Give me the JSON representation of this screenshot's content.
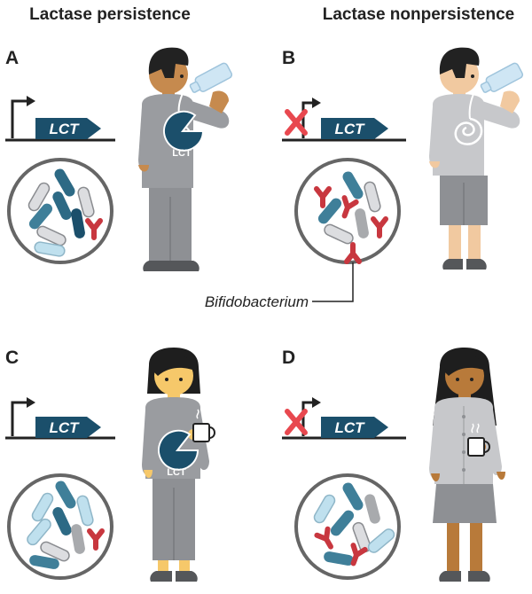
{
  "titles": {
    "left": "Lactase persistence",
    "right": "Lactase nonpersistence"
  },
  "panels": [
    {
      "letter": "A",
      "gene": "LCT",
      "belly": "LCT"
    },
    {
      "letter": "B",
      "gene": "LCT"
    },
    {
      "letter": "C",
      "gene": "LCT",
      "belly": "LCT"
    },
    {
      "letter": "D",
      "gene": "LCT"
    }
  ],
  "callout": "Bifidobacterium",
  "colors": {
    "gene_arrow": "#1b4f6b",
    "block_x": "#e8484f",
    "bifidobacterium": "#c8373f",
    "bacterium_dark": "#3f7f99",
    "bacterium_light": "#bfe0ee",
    "bacterium_gray": "#a8aaad",
    "sweater": "#9a9ca0",
    "pants_gray": "#8e9094"
  },
  "icons": [
    "milk-bottle-icon",
    "coffee-mug-icon",
    "promoter-arrow-icon",
    "block-x-icon",
    "lct-enzyme-icon",
    "undigested-swirl-icon"
  ]
}
